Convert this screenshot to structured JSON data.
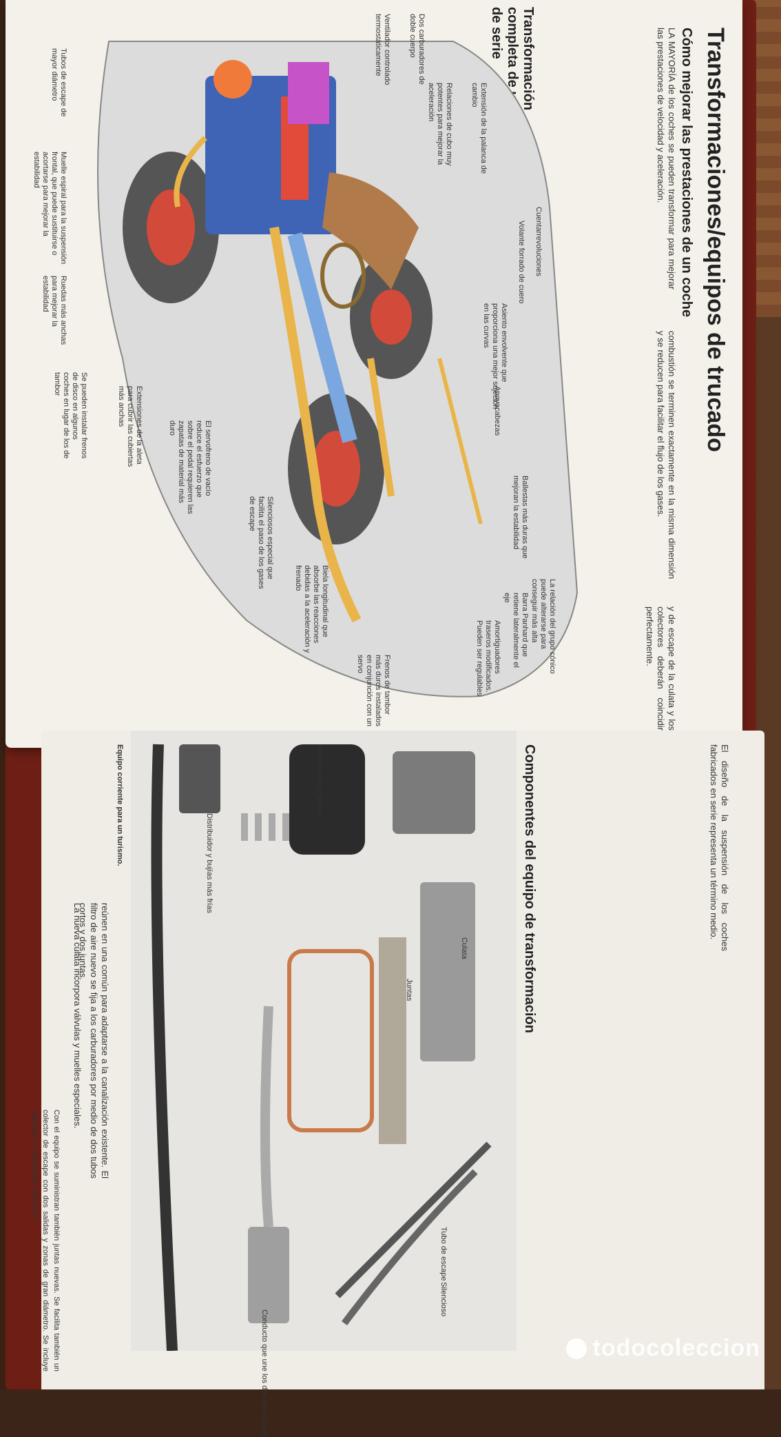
{
  "page": {
    "title": "Transformaciones/equipos de trucado",
    "section_1": "Cómo mejorar las prestaciones de un coche",
    "section_2": "Transformación completa de un turismo de serie",
    "section_3": "Componentes del equipo de transformación",
    "section_4": "Equipo corriente para un turismo."
  },
  "body_paragraphs": {
    "p1": "LA MAYORÍA de los coches se pueden transformar para mejorar las prestaciones de velocidad y aceleración.",
    "p2": "combustión se terminen exactamente en la misma dimensión y se reducen para facilitar el flujo de los gases.",
    "p3": "y de escape de la culata y los colectores deberán coincidir perfectamente.",
    "p4": "El diseño de la suspensión de los coches fabricados en serie representa un término medio.",
    "p5": "reúnen en una común para adaptarse a la canalización existente. El filtro de aire nuevo se fija a los carburadores por medio de dos tubos cortos y dos juntas.",
    "p6": "La nueva culata incorpora válvulas y muelles especiales.",
    "p7": "Con el equipo se suministran también juntas nuevas. Se facilita también un colector de escape con dos salidas y zonas de gran diámetro. Se incluye además un distribuidor diferente."
  },
  "car_labels": {
    "l1": "Cuentarrevoluciones",
    "l2": "Volante forrado de cuero",
    "l3": "Asiento envolvente que proporciona una mejor sujeción en las curvas",
    "l4": "Apoyacabezas",
    "l5": "Ballestas más duras que mejoran la estabilidad",
    "l6": "La relación del grupo cónico puede alterarse para conseguir más alta",
    "l7": "Barra Panhard que retiene lateralmente el eje",
    "l8": "Amortiguadores traseros modificados. Pueden ser regulables",
    "l9": "Frenos de tambor más duros instalados en conjunción con un servo",
    "l10": "Biela longitudinal que absorbe las reacciones debidas a la aceleración y frenado",
    "l11": "Silenciosos especial que facilita el paso de los gases de escape",
    "l12": "El servofreno de vacío reduce el esfuerzo que sobre el pedal requieren las zapatas de material más duro",
    "l13": "Extensiones de la aleta para cubrir las cubiertas más anchas",
    "l14": "Se pueden instalar frenos de disco en algunos coches en lugar de los de tambor",
    "l15": "Ruedas más anchas para mejorar la estabilidad",
    "l16": "Muelle espiral para la suspensión frontal, que puede sustituirse o acortarse para mejorar la estabilidad",
    "l17": "Tubos de escape de mayor diámetro",
    "l18": "Ventilador controlado termostáticamente",
    "l19": "Dos carburadores de doble cuerpo",
    "l20": "Relaciones de cubo muy potentes para mejorar la aceleración",
    "l21": "Extensión de la palanca de cambio"
  },
  "photo_labels": {
    "cylinder_head": "Culata",
    "gaskets": "Juntas",
    "air_filter": "Filtro de aire y juntas",
    "distributor": "Distribuidor y bujías más frías",
    "exhaust": "Conducto que une los dos silenciosos",
    "pipe": "Tubo de escape",
    "silencers": "Silencioso"
  },
  "watermark": "todocoleccion",
  "colors": {
    "page": "#f3f1ea",
    "cover": "#6d1f15",
    "engine_blue": "#3f63b5",
    "accent_red": "#d24a3a",
    "pipe_yellow": "#e9b54a"
  }
}
